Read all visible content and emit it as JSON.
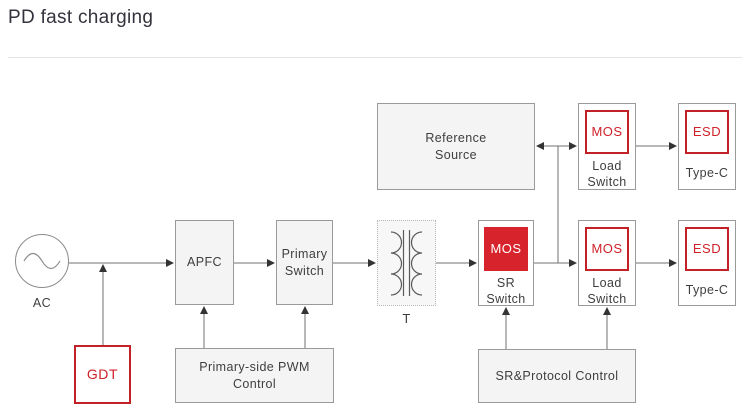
{
  "page": {
    "title": "PD fast charging"
  },
  "diagram": {
    "ac": {
      "label": "AC"
    },
    "gdt": {
      "label": "GDT"
    },
    "apfc": {
      "label": "APFC"
    },
    "primary_switch": {
      "label": "Primary Switch"
    },
    "transformer": {
      "label": "T"
    },
    "reference_source": {
      "label": "Reference Source"
    },
    "sr_switch": {
      "chip": "MOS",
      "label": "SR Switch"
    },
    "load_switch_top": {
      "chip": "MOS",
      "label": "Load Switch"
    },
    "type_c_top": {
      "chip": "ESD",
      "label": "Type-C"
    },
    "load_switch_bottom": {
      "chip": "MOS",
      "label": "Load Switch"
    },
    "type_c_bottom": {
      "chip": "ESD",
      "label": "Type-C"
    },
    "pwm_control": {
      "label": "Primary-side PWM Control"
    },
    "sr_protocol_control": {
      "label": "SR&Protocol Control"
    }
  },
  "colors": {
    "accent_red": "#d0212a",
    "chip_fill_red": "#d7232b",
    "box_fill_gray": "#f4f4f5",
    "border_gray": "#9a9a9a",
    "wire_gray": "#707070",
    "title_text": "#33333d"
  }
}
